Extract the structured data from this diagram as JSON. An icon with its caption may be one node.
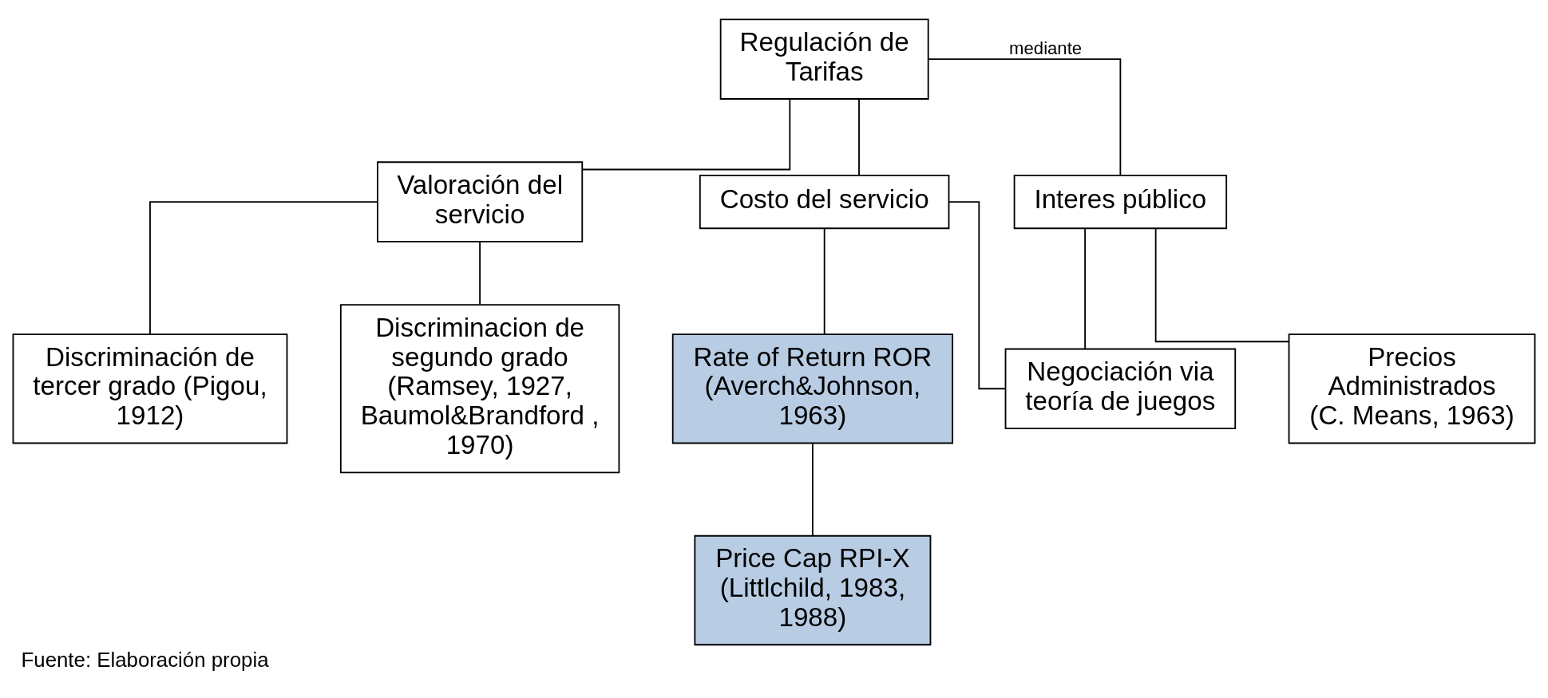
{
  "diagram": {
    "caption": "Fuente: Elaboración propia",
    "nodes": [
      {
        "text": [
          "Regulación de Tarifas"
        ]
      },
      {
        "text": [
          "Valoración del servicio"
        ]
      },
      {
        "text": [
          "Costo del servicio"
        ]
      },
      {
        "text": [
          "Interes público"
        ]
      },
      {
        "text": [
          "Discriminación de tercer grado (Pigou, 1912)"
        ]
      },
      {
        "text": [
          "Discriminacion de segundo grado (Ramsey, 1927, Baumol&Brandford , 1970)"
        ]
      },
      {
        "text": [
          "Rate of Return ROR (Averch&Johnson, 1963)"
        ]
      },
      {
        "text": [
          "Price Cap RPI-X (Littlchild, 1983, 1988)"
        ]
      },
      {
        "text": [
          "Precios Administrados (C. Means, 1963)"
        ]
      },
      {
        "text": [
          "Negociación via teoría de juegos"
        ]
      }
    ],
    "edges": [
      {
        "from": 0,
        "to": 1,
        "arrow": "none"
      },
      {
        "from": 0,
        "to": 2,
        "arrow": "none"
      },
      {
        "from": 0,
        "to": 3,
        "arrow": "none",
        "label": "mediante"
      },
      {
        "from": 1,
        "to": 4,
        "arrow": "none"
      },
      {
        "from": 1,
        "to": 5,
        "arrow": "none"
      },
      {
        "from": 2,
        "to": 6,
        "arrow": "none"
      },
      {
        "from": 6,
        "to": 7,
        "arrow": "none"
      },
      {
        "from": 3,
        "to": 8,
        "arrow": "none"
      },
      {
        "from": 2,
        "to": 9,
        "arrow": "none"
      },
      {
        "from": 3,
        "to": 9,
        "arrow": "none"
      }
    ]
  }
}
